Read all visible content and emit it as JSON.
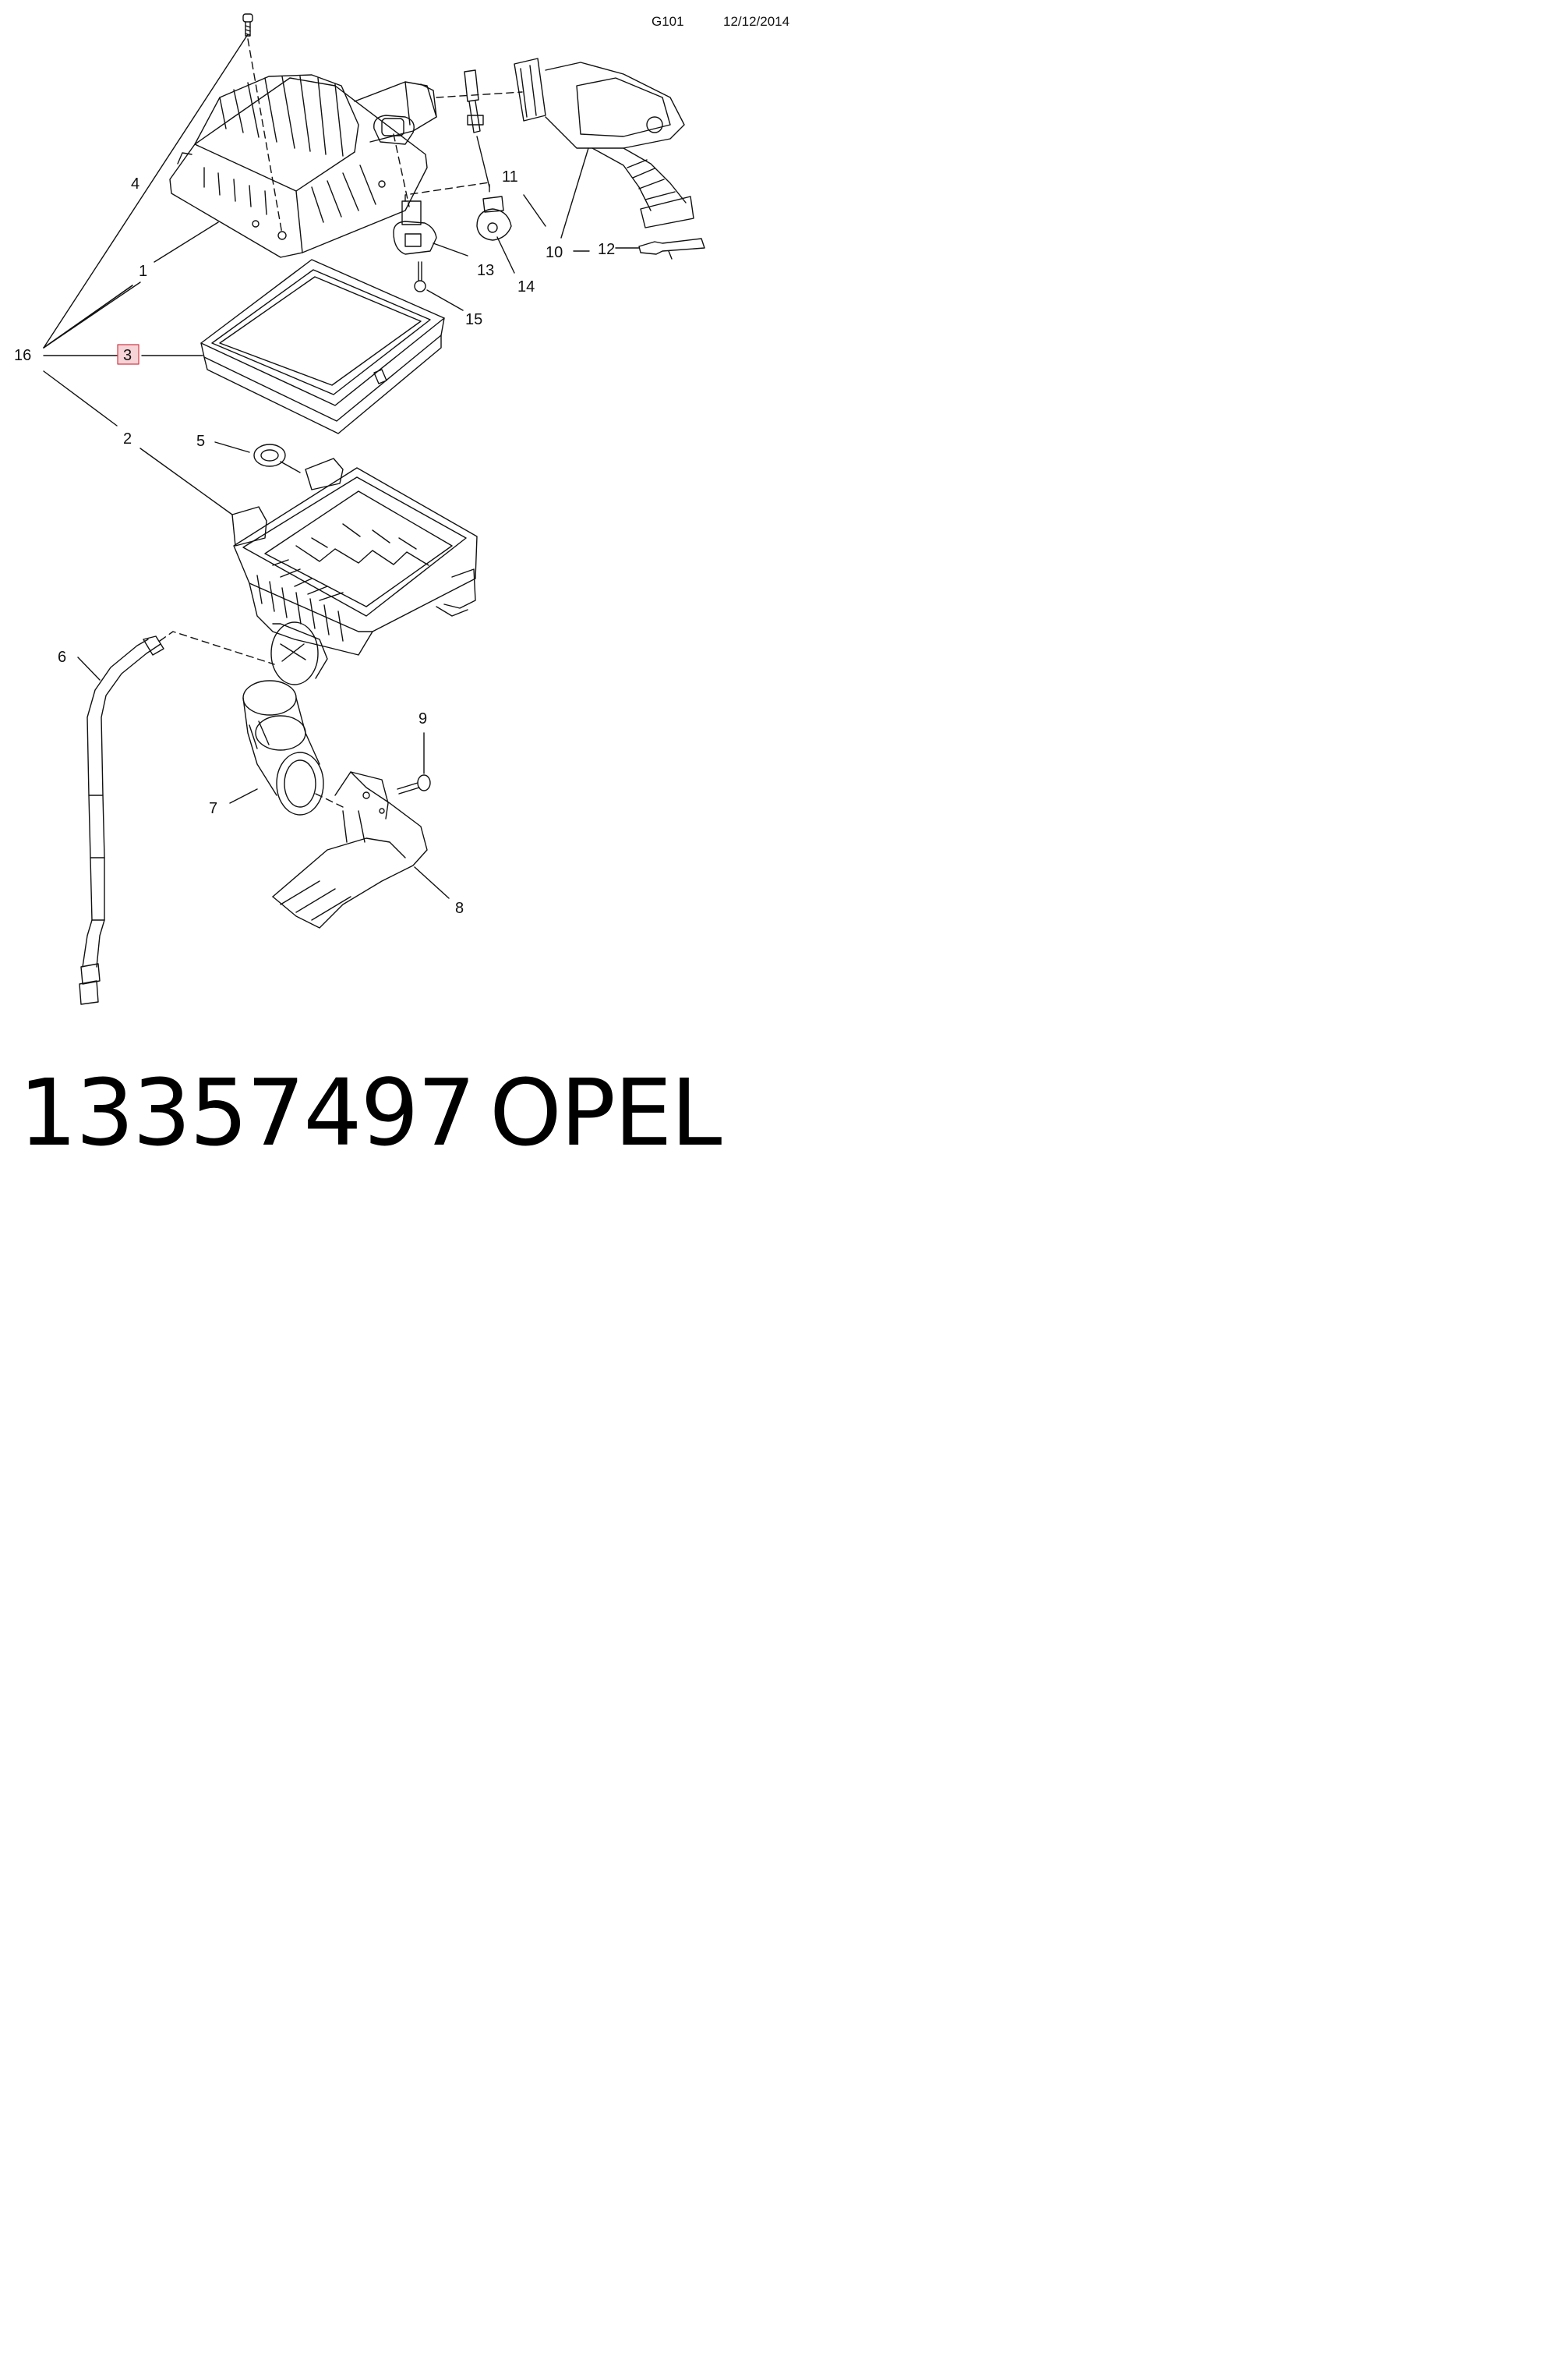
{
  "header": {
    "code": "G101",
    "date": "12/12/2014"
  },
  "callouts": {
    "c1": "1",
    "c2": "2",
    "c3": "3",
    "c4": "4",
    "c5": "5",
    "c6": "6",
    "c7": "7",
    "c8": "8",
    "c9": "9",
    "c10": "10",
    "c11": "11",
    "c12": "12",
    "c13": "13",
    "c14": "14",
    "c15": "15",
    "c16": "16"
  },
  "highlighted_callout": "3",
  "colors": {
    "line": "#111111",
    "highlight_fill": "#f6d3d6",
    "highlight_stroke": "#d23a48"
  },
  "footer": {
    "part_number": "13357497",
    "brand": "OPEL"
  }
}
